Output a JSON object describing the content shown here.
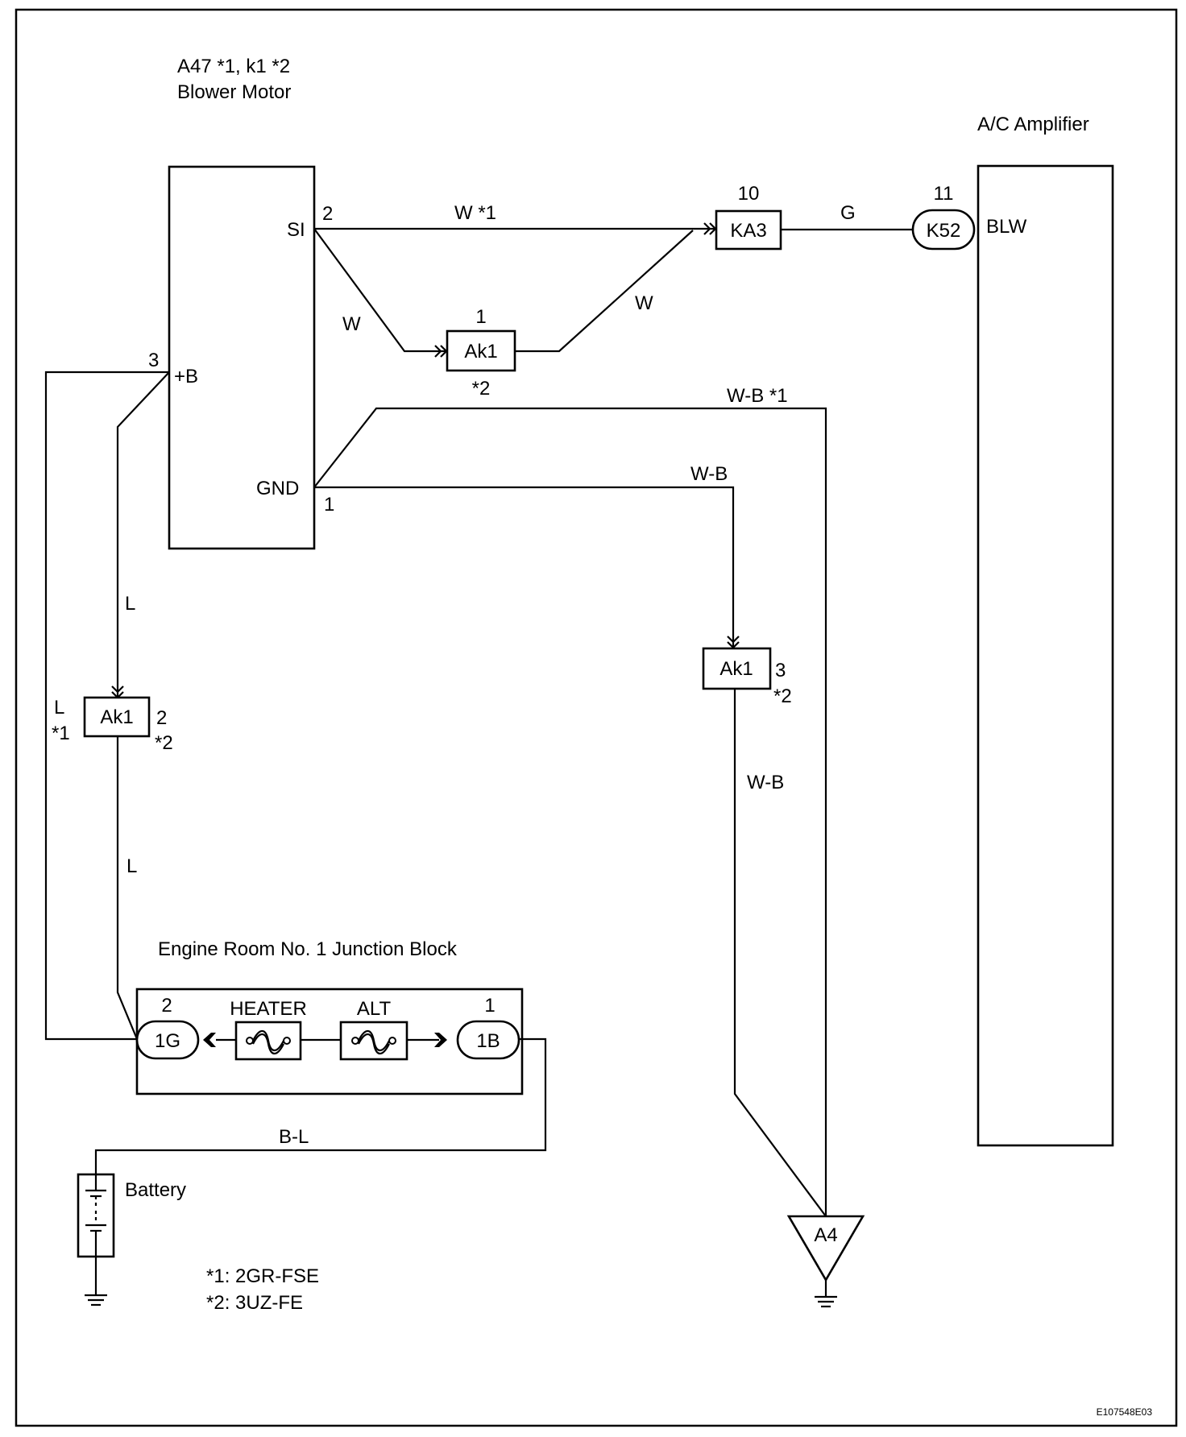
{
  "components": {
    "blower_motor": {
      "id": "A47 *1, k1 *2",
      "name": "Blower Motor",
      "pins": {
        "si": "SI",
        "si_no": "2",
        "b": "+B",
        "b_no": "3",
        "gnd": "GND",
        "gnd_no": "1"
      }
    },
    "ac_amplifier": {
      "name": "A/C Amplifier",
      "pin": "BLW"
    },
    "junction_block": {
      "name": "Engine Room No. 1 Junction Block",
      "fuse_heater": "HEATER",
      "fuse_alt": "ALT"
    },
    "battery": {
      "name": "Battery"
    },
    "ground": {
      "name": "A4"
    }
  },
  "connectors": {
    "ka3": {
      "label": "KA3",
      "pin": "10"
    },
    "k52": {
      "label": "K52",
      "pin": "11"
    },
    "ak1_top": {
      "label": "Ak1",
      "pin": "1",
      "note": "*2"
    },
    "ak1_left": {
      "label": "Ak1",
      "pin": "2",
      "note": "*2"
    },
    "ak1_right": {
      "label": "Ak1",
      "pin": "3",
      "note": "*2"
    },
    "jb_1g": {
      "label": "1G",
      "pin": "2"
    },
    "jb_1b": {
      "label": "1B",
      "pin": "1"
    }
  },
  "wires": {
    "w1": "W *1",
    "w": "W",
    "w2": "W",
    "g": "G",
    "wb1": "W-B *1",
    "wb": "W-B",
    "wb_low": "W-B",
    "l_upper": "L",
    "l_lower": "L",
    "l_side": "L",
    "l_side_note": "*1",
    "bl": "B-L"
  },
  "notes": {
    "n1": "*1: 2GR-FSE",
    "n2": "*2: 3UZ-FE"
  },
  "figure_id": "E107548E03"
}
